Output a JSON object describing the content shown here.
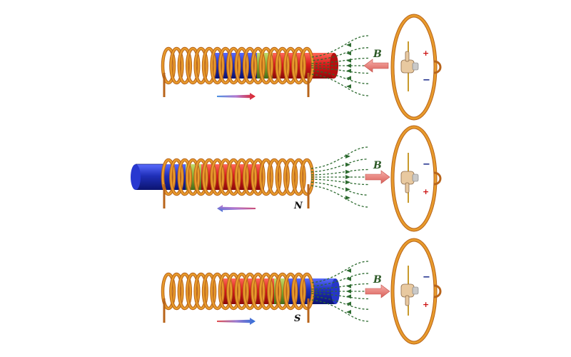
{
  "colors": {
    "coil": "#e89b2c",
    "coil_dark": "#b8641a",
    "field_line": "#2d6b30",
    "arrow_b": "#e8837d",
    "magnet_red": "#d81b1b",
    "magnet_blue": "#1f2fb8",
    "magnet_mid": "#7fa830"
  },
  "icons": {
    "magnet": "bar-magnet",
    "coil": "solenoid-coil",
    "hand": "hand-pointer-icon",
    "meter": "galvanometer-icon"
  },
  "panels": [
    {
      "id": "top",
      "field_label": "B",
      "pole_label": "",
      "motion": "right",
      "top_sign": "+",
      "bottom_sign": "−",
      "magnet_near": "red",
      "magnet_far": "blue"
    },
    {
      "id": "middle",
      "field_label": "B",
      "pole_label": "N",
      "motion": "left",
      "top_sign": "−",
      "bottom_sign": "+",
      "magnet_near": "red",
      "magnet_far": "blue"
    },
    {
      "id": "bottom",
      "field_label": "B",
      "pole_label": "S",
      "motion": "right",
      "top_sign": "−",
      "bottom_sign": "+",
      "magnet_near": "blue",
      "magnet_far": "red"
    }
  ]
}
